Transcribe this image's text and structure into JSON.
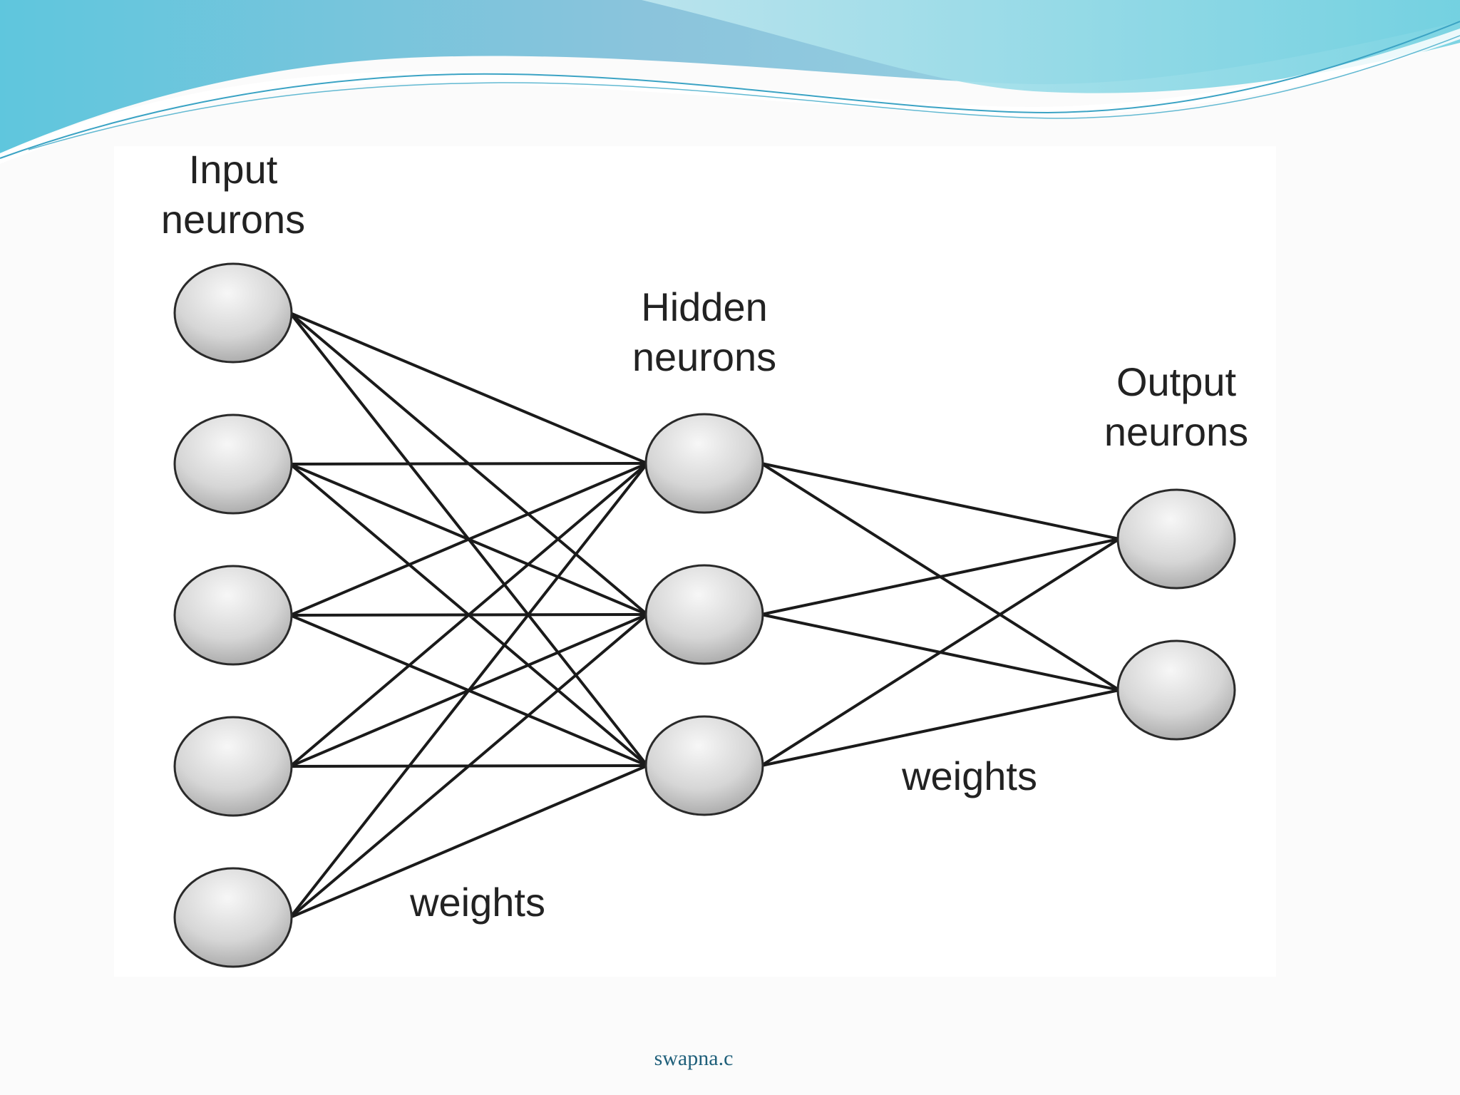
{
  "colors": {
    "background": "#fbfbfb",
    "wave_dark": "#7fc6dc",
    "wave_light": "#b5e3ee",
    "wave_line": "#3ba3c4",
    "node_fill_top": "#f4f4f4",
    "node_fill_bottom": "#a9a9a9",
    "edge": "#1a1a1a",
    "footer": "#1f5f7a"
  },
  "diagram": {
    "layers": [
      {
        "id": "input",
        "label_lines": [
          "Input",
          "neurons"
        ],
        "node_count": 5
      },
      {
        "id": "hidden",
        "label_lines": [
          "Hidden",
          "neurons"
        ],
        "node_count": 3
      },
      {
        "id": "output",
        "label_lines": [
          "Output",
          "neurons"
        ],
        "node_count": 2
      }
    ],
    "connections": "fully-connected between adjacent layers",
    "weight_labels": [
      "weights",
      "weights"
    ]
  },
  "footer": {
    "text": "swapna.c"
  }
}
